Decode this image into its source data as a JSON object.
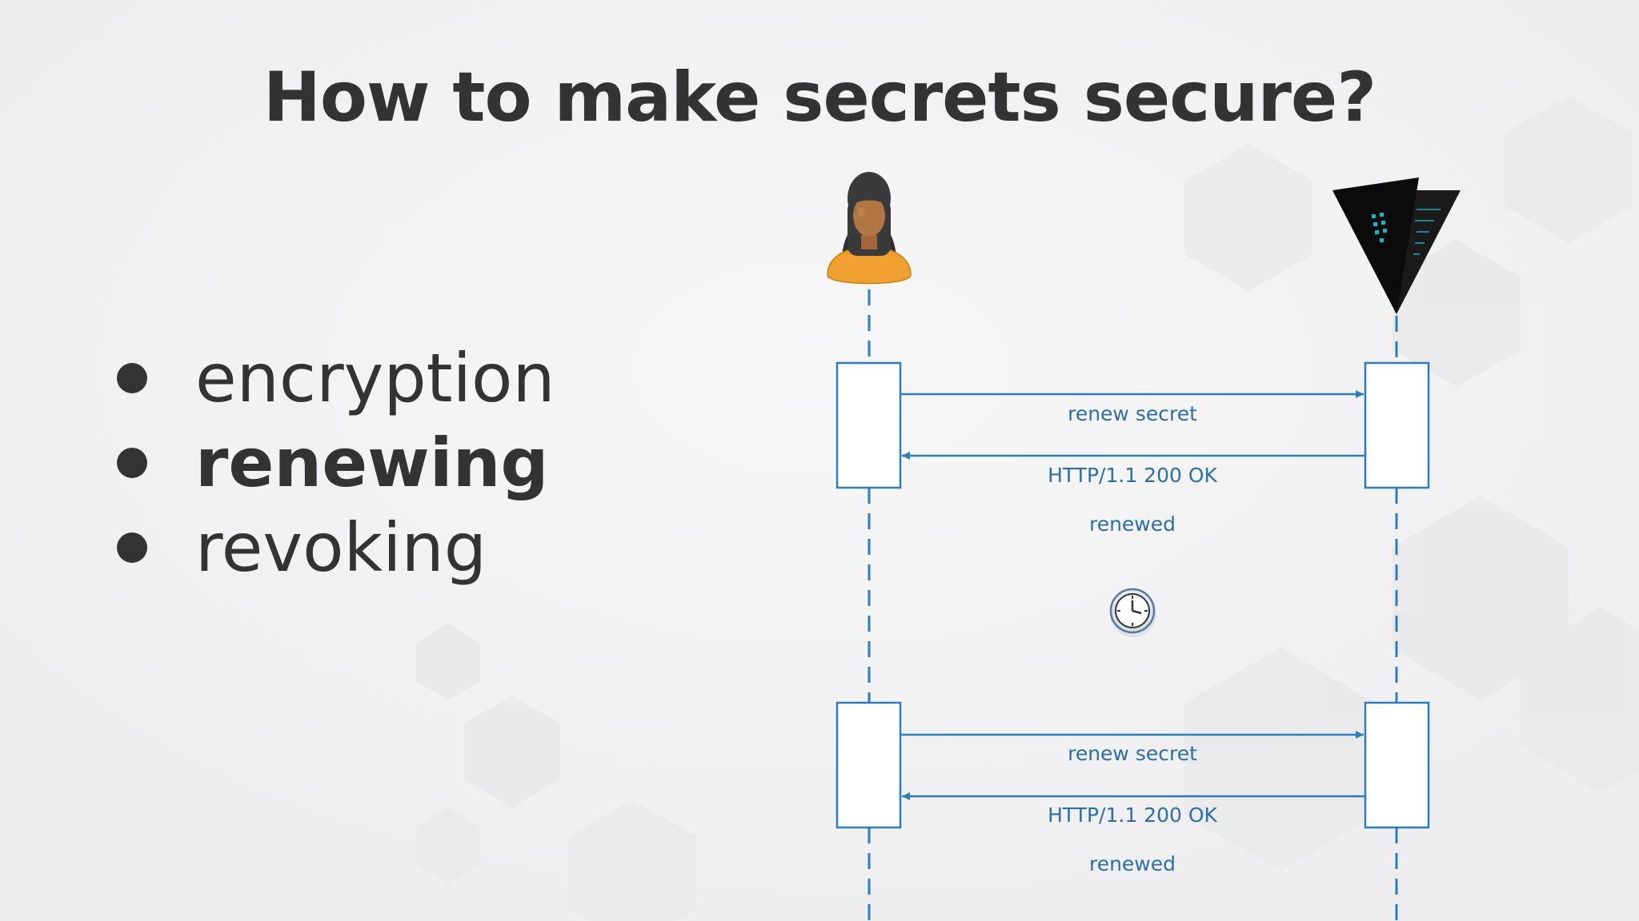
{
  "title": "How to make secrets secure?",
  "bullets": [
    {
      "text": "encryption",
      "emphasized": false
    },
    {
      "text": "renewing",
      "emphasized": true
    },
    {
      "text": "revoking",
      "emphasized": false
    }
  ],
  "diagram": {
    "participants": [
      {
        "icon": "user-icon"
      },
      {
        "icon": "vault-logo-icon"
      }
    ],
    "exchanges": [
      {
        "request": "renew secret",
        "response": "HTTP/1.1 200 OK",
        "result": "renewed"
      },
      {
        "request": "renew secret",
        "response": "HTTP/1.1 200 OK",
        "result": "renewed"
      }
    ],
    "separator_icon": "clock-icon"
  },
  "colors": {
    "title": "#333333",
    "diagram_line": "#2f7cbd",
    "diagram_text": "#2e6ea4",
    "background": "#f3f3f4"
  }
}
